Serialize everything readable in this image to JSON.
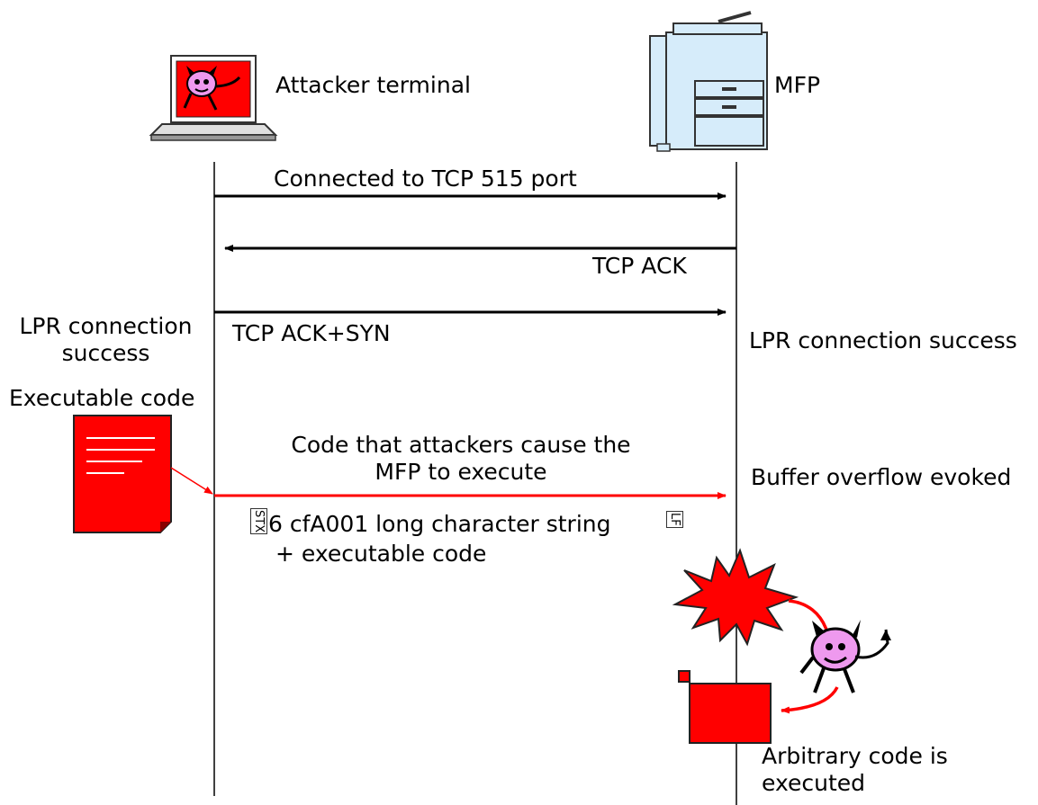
{
  "participants": {
    "attacker": "Attacker terminal",
    "mfp": "MFP"
  },
  "messages": {
    "m1": "Connected to TCP 515 port",
    "m2": "TCP ACK",
    "m3": "TCP ACK+SYN",
    "m4_line1": "Code that attackers cause the",
    "m4_line2": "MFP to execute",
    "payload_line1": "6 cfA001 long character string",
    "payload_line2": "+ executable code"
  },
  "control_chars": {
    "stx": "STX",
    "lf": "LF"
  },
  "notes": {
    "lpr_left_line1": "LPR connection",
    "lpr_left_line2": "success",
    "executable": "Executable code",
    "lpr_right": "LPR connection success",
    "buffer": "Buffer overflow evoked",
    "arbitrary_line1": "Arbitrary code is",
    "arbitrary_line2": "executed"
  },
  "colors": {
    "attack": "#ff0000",
    "device": "#d6ecfa",
    "devil": "#ee99ee"
  }
}
